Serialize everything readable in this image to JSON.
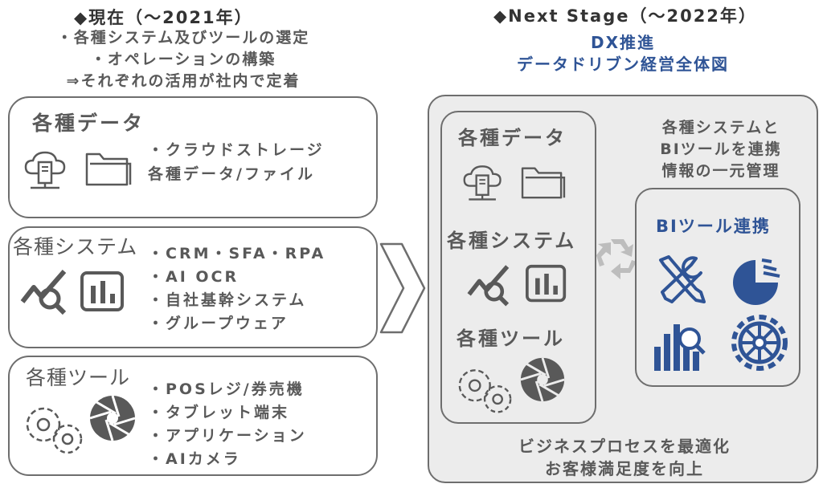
{
  "current": {
    "heading": "◆現在（～2021年）",
    "lines": [
      "・各種システム及びツールの選定",
      "・オペレーションの構築",
      "⇒それぞれの活用が社内で定着"
    ]
  },
  "next": {
    "heading": "◆Next Stage（～2022年）",
    "title_line1": "DX推進",
    "title_line2": "データドリブン経営全体図"
  },
  "left": {
    "data_box": {
      "title": "各種データ",
      "items": [
        "・クラウドストレージ",
        "各種データ/ファイル"
      ]
    },
    "system_box": {
      "title": "各種システム",
      "items": [
        "・CRM・SFA・RPA",
        "・AI OCR",
        "・自社基幹システム",
        "・グループウェア"
      ]
    },
    "tool_box": {
      "title": "各種ツール",
      "items": [
        "・POSレジ/券売機",
        "・タブレット端末",
        "・アプリケーション",
        "・AIカメラ"
      ]
    }
  },
  "right": {
    "data_label": "各種データ",
    "system_label": "各種システム",
    "tool_label": "各種ツール",
    "link_lines": [
      "各種システムと",
      "BIツールを連携",
      "情報の一元管理"
    ],
    "bi_title": "BIツール連携",
    "footer_lines": [
      "ビジネスプロセスを最適化",
      "お客様満足度を向上"
    ]
  },
  "colors": {
    "accent_blue": "#2f5496",
    "icon_gray": "#595959",
    "panel_bg": "#ececec"
  }
}
